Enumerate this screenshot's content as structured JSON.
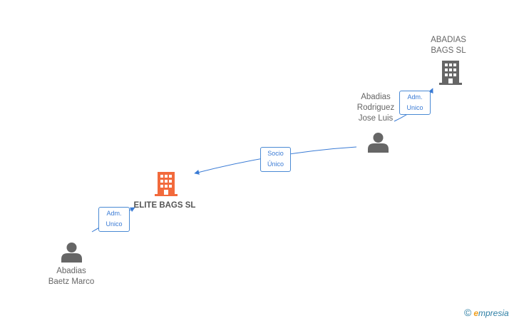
{
  "nodes": {
    "abadias_bags": {
      "line1": "ABADIAS",
      "line2": "BAGS SL"
    },
    "elite_bags": {
      "name": "ELITE BAGS SL"
    },
    "jose_luis": {
      "line1": "Abadias",
      "line2": "Rodriguez",
      "line3": "Jose Luis"
    },
    "baetz_marco": {
      "line1": "Abadias",
      "line2": "Baetz Marco"
    }
  },
  "edges": {
    "jose_to_abadias": {
      "line1": "Adm.",
      "line2": "Unico"
    },
    "jose_to_elite": {
      "line1": "Socio",
      "line2": "Único"
    },
    "marco_to_elite": {
      "line1": "Adm.",
      "line2": "Unico"
    }
  },
  "colors": {
    "company_main": "#f26a3c",
    "company": "#666666",
    "person": "#666666",
    "edge": "#3a7bd5"
  },
  "footer": {
    "copyright": "©",
    "brand_initial": "e",
    "brand_rest": "mpresia"
  }
}
